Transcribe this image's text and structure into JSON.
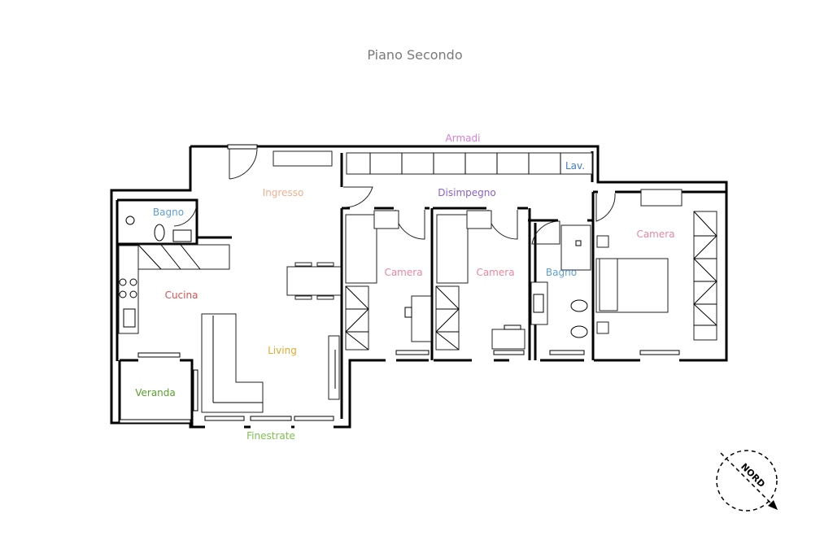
{
  "title": "Piano Secondo",
  "rooms": {
    "armadi": "Armadi",
    "lav": "Lav.",
    "ingresso": "Ingresso",
    "disimpegno": "Disimpegno",
    "bagno_left": "Bagno",
    "camera_1": "Camera",
    "camera_2": "Camera",
    "bagno_right": "Bagno",
    "camera_3": "Camera",
    "cucina": "Cucina",
    "living": "Living",
    "veranda": "Veranda",
    "finestrate": "Finestrate"
  },
  "compass": {
    "label": "NORD"
  },
  "colors": {
    "title": "#7a7a7a",
    "armadi": "#d67fd6",
    "lav": "#3f7ec4",
    "ingresso": "#f0b090",
    "disimpegno": "#8a5fcf",
    "bagno": "#5f9fd6",
    "camera": "#e8879f",
    "cucina": "#e05050",
    "living": "#e6a92c",
    "veranda": "#5aa02c",
    "finestrate": "#7cc24a"
  }
}
